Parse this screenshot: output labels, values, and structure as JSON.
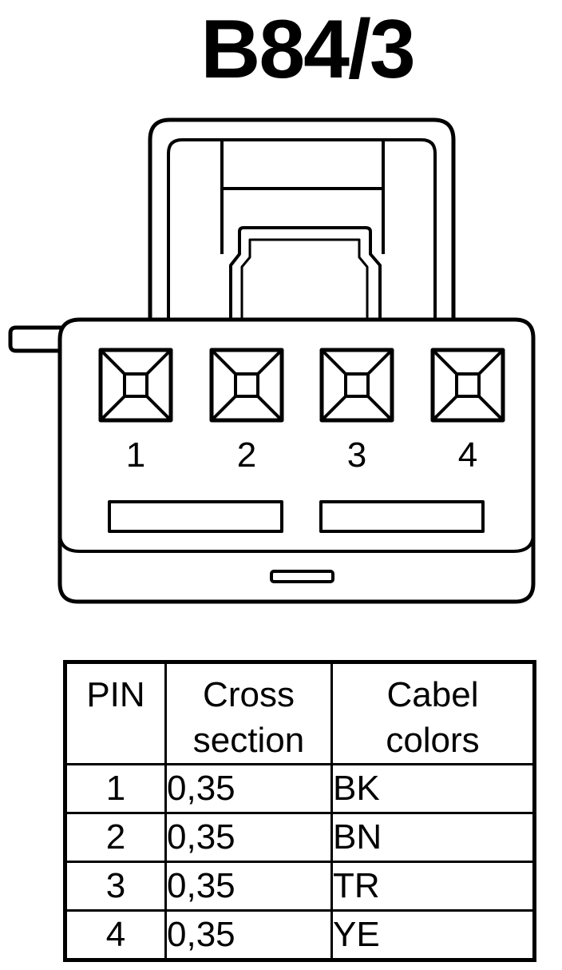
{
  "title": "B84/3",
  "connector": {
    "pins": [
      "1",
      "2",
      "3",
      "4"
    ]
  },
  "table": {
    "headers": {
      "pin": "PIN",
      "cross_line1": "Cross",
      "cross_line2": "section",
      "color_line1": "Cabel",
      "color_line2": "colors"
    },
    "rows": [
      {
        "pin": "1",
        "cross_section": "0,35",
        "color": "BK"
      },
      {
        "pin": "2",
        "cross_section": "0,35",
        "color": "BN"
      },
      {
        "pin": "3",
        "cross_section": "0,35",
        "color": "TR"
      },
      {
        "pin": "4",
        "cross_section": "0,35",
        "color": "YE"
      }
    ]
  }
}
